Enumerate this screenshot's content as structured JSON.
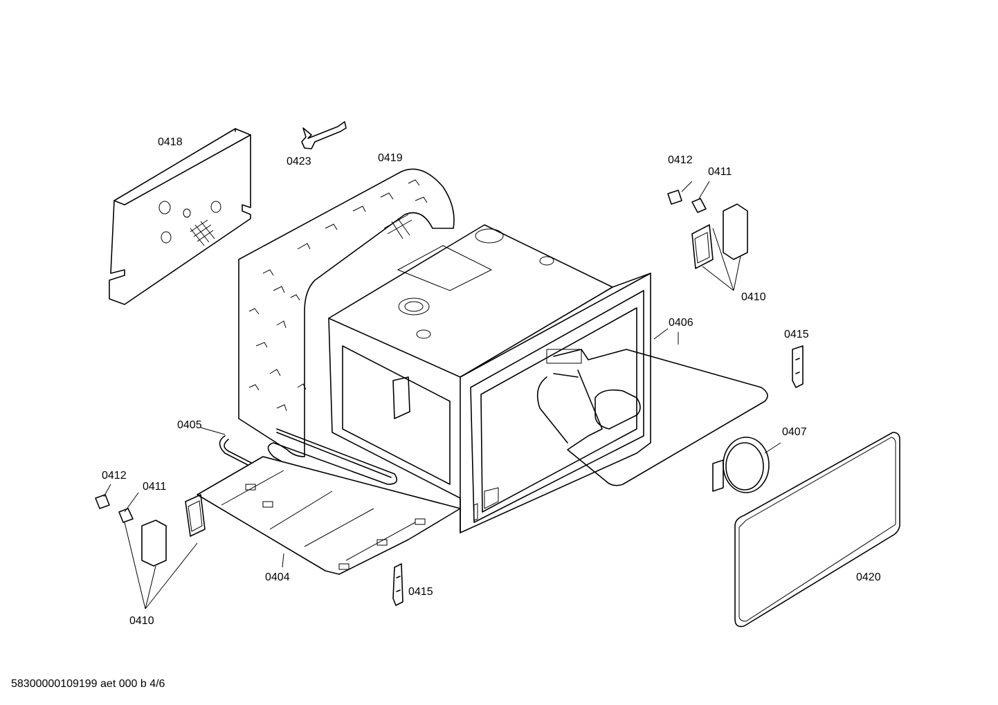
{
  "labels": {
    "p0418": "0418",
    "p0423": "0423",
    "p0419": "0419",
    "p0412_top": "0412",
    "p0411_top": "0411",
    "p0410_top": "0410",
    "p0406": "0406",
    "p0415_right": "0415",
    "p0405": "0405",
    "p0407": "0407",
    "p0412_left": "0412",
    "p0411_left": "0411",
    "p0404": "0404",
    "p0415_bottom": "0415",
    "p0420": "0420",
    "p0410_bottom": "0410"
  },
  "footer": {
    "drawing_number": "58300000109199 aet 000 b 4/6"
  }
}
